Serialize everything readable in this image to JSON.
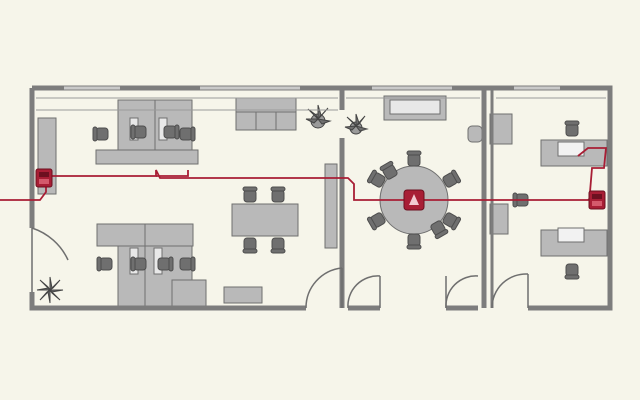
{
  "colors": {
    "background": "#f6f5ea",
    "wall": "#7d7d7d",
    "furniture": "#b9b9b9",
    "chair": "#6f6f6f",
    "cable": "#a81e35",
    "phone": "#a81e35"
  },
  "rooms": [
    {
      "id": "open-office",
      "desks": 8,
      "chairs": 8
    },
    {
      "id": "conference-room",
      "table": "round",
      "chairs": 8,
      "speakerphone": true
    },
    {
      "id": "private-office",
      "desks": 2,
      "chairs": 3
    }
  ],
  "devices": [
    {
      "type": "wall-phone",
      "room": "open-office"
    },
    {
      "type": "conference-phone",
      "room": "conference-room"
    },
    {
      "type": "desk-phone",
      "room": "private-office"
    }
  ],
  "icons": [
    "desk-phone-icon",
    "speakerphone-icon",
    "potted-plant-icon",
    "monitor-icon",
    "chair-icon"
  ]
}
